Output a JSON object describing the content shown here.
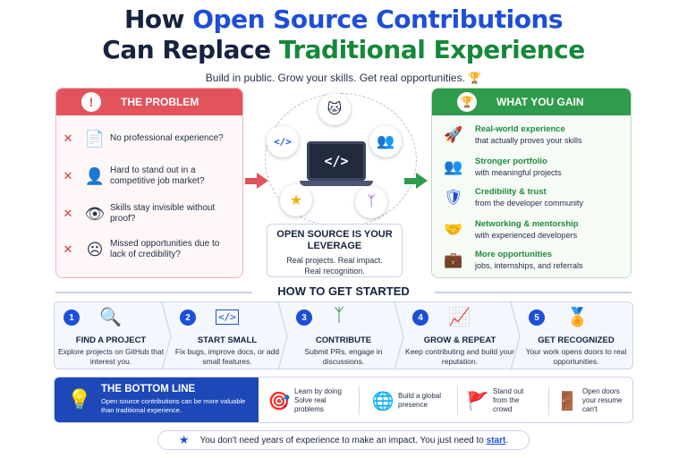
{
  "title": {
    "line1_a": "How ",
    "line1_b": "Open Source Contributions",
    "line2_a": "Can Replace ",
    "line2_b": "Traditional Experience"
  },
  "subtitle": "Build in public. Grow your skills. Get real opportunities.",
  "problem": {
    "header": "THE PROBLEM",
    "items": [
      {
        "text": "No professional experience?",
        "icon": "resume-icon"
      },
      {
        "text": "Hard to stand out in a competitive job market?",
        "icon": "person-icon"
      },
      {
        "text": "Skills stay invisible without proof?",
        "icon": "eye-off-icon"
      },
      {
        "text": "Missed opportunities due to lack of credibility?",
        "icon": "sad-face-icon"
      }
    ]
  },
  "hub": {
    "code_symbol": "</>",
    "leverage_title": "OPEN SOURCE IS YOUR LEVERAGE",
    "leverage_line1": "Real projects. Real impact.",
    "leverage_line2": "Real recognition."
  },
  "gain": {
    "header": "WHAT YOU GAIN",
    "items": [
      {
        "title": "Real-world experience",
        "desc": "that actually proves your skills",
        "icon": "rocket-icon"
      },
      {
        "title": "Stronger portfolio",
        "desc": "with meaningful projects",
        "icon": "team-icon"
      },
      {
        "title": "Credibility & trust",
        "desc": "from the developer community",
        "icon": "shield-check-icon"
      },
      {
        "title": "Networking & mentorship",
        "desc": "with experienced developers",
        "icon": "handshake-icon"
      },
      {
        "title": "More opportunities",
        "desc": "jobs, internships, and referrals",
        "icon": "briefcase-icon"
      }
    ]
  },
  "get_started": {
    "title": "HOW TO GET STARTED",
    "steps": [
      {
        "num": "1",
        "title": "FIND A PROJECT",
        "desc": "Explore projects on GitHub that interest you."
      },
      {
        "num": "2",
        "title": "START SMALL",
        "desc": "Fix bugs, improve docs, or add small features."
      },
      {
        "num": "3",
        "title": "CONTRIBUTE",
        "desc": "Submit PRs, engage in discussions."
      },
      {
        "num": "4",
        "title": "GROW & REPEAT",
        "desc": "Keep contributing and build your reputation."
      },
      {
        "num": "5",
        "title": "GET RECOGNIZED",
        "desc": "Your work opens doors to real opportunities."
      }
    ]
  },
  "bottom_line": {
    "title": "THE BOTTOM LINE",
    "desc": "Open source contributions can be more valuable than traditional experience.",
    "items": [
      {
        "text": "Learn by doing Solve real problems"
      },
      {
        "text": "Build a global presence"
      },
      {
        "text": "Stand out from the crowd"
      },
      {
        "text": "Open doors your resume can't"
      }
    ]
  },
  "footer": {
    "text": "You don't need years of experience to make an impact. You just need to ",
    "link": "start",
    "end": "."
  },
  "colors": {
    "primary_blue": "#1d4ed8",
    "green": "#16883a",
    "red": "#e2535c"
  }
}
